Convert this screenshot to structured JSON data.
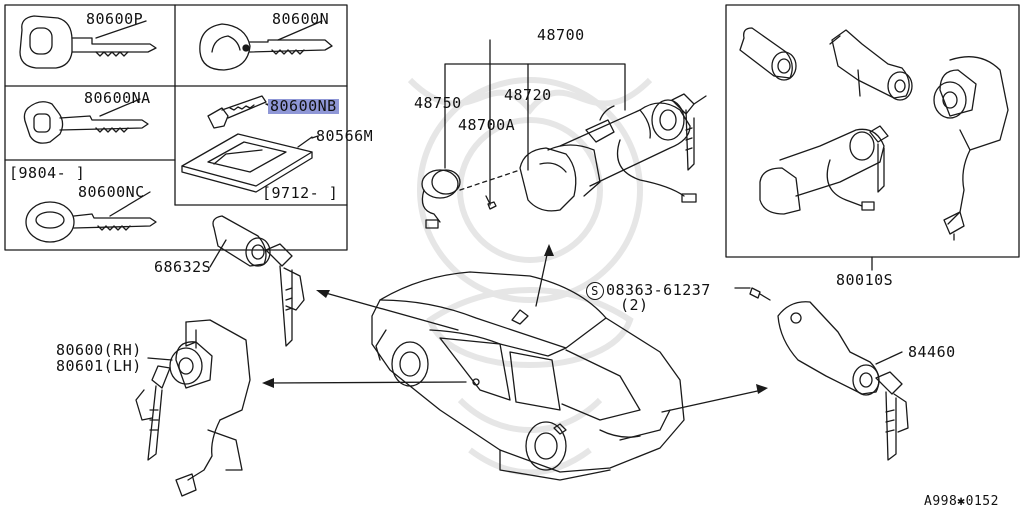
{
  "labels": {
    "key_p": "80600P",
    "key_n": "80600N",
    "key_na": "80600NA",
    "key_nb": "80600NB",
    "card": "80566M",
    "date_9804": "[9804-     ]",
    "date_9712": "[9712-     ]",
    "key_nc": "80600NC",
    "trunk_cyl": "68632S",
    "door_rh": "80600(RH)",
    "door_lh": "80601(LH)",
    "ign_set": "48700",
    "ign_cyl": "48720",
    "ign_ring": "48750",
    "ign_sub": "48700A",
    "screw_num": "08363-61237",
    "screw_symbol": "S",
    "screw_qty": "(2)",
    "trunk_lock": "84460",
    "set_kit": "80010S",
    "ref_code": "A998✱0152"
  },
  "colors": {
    "line": "#1a1a1a",
    "highlight": "#8f97d6",
    "watermark": "#e9e9e9"
  }
}
